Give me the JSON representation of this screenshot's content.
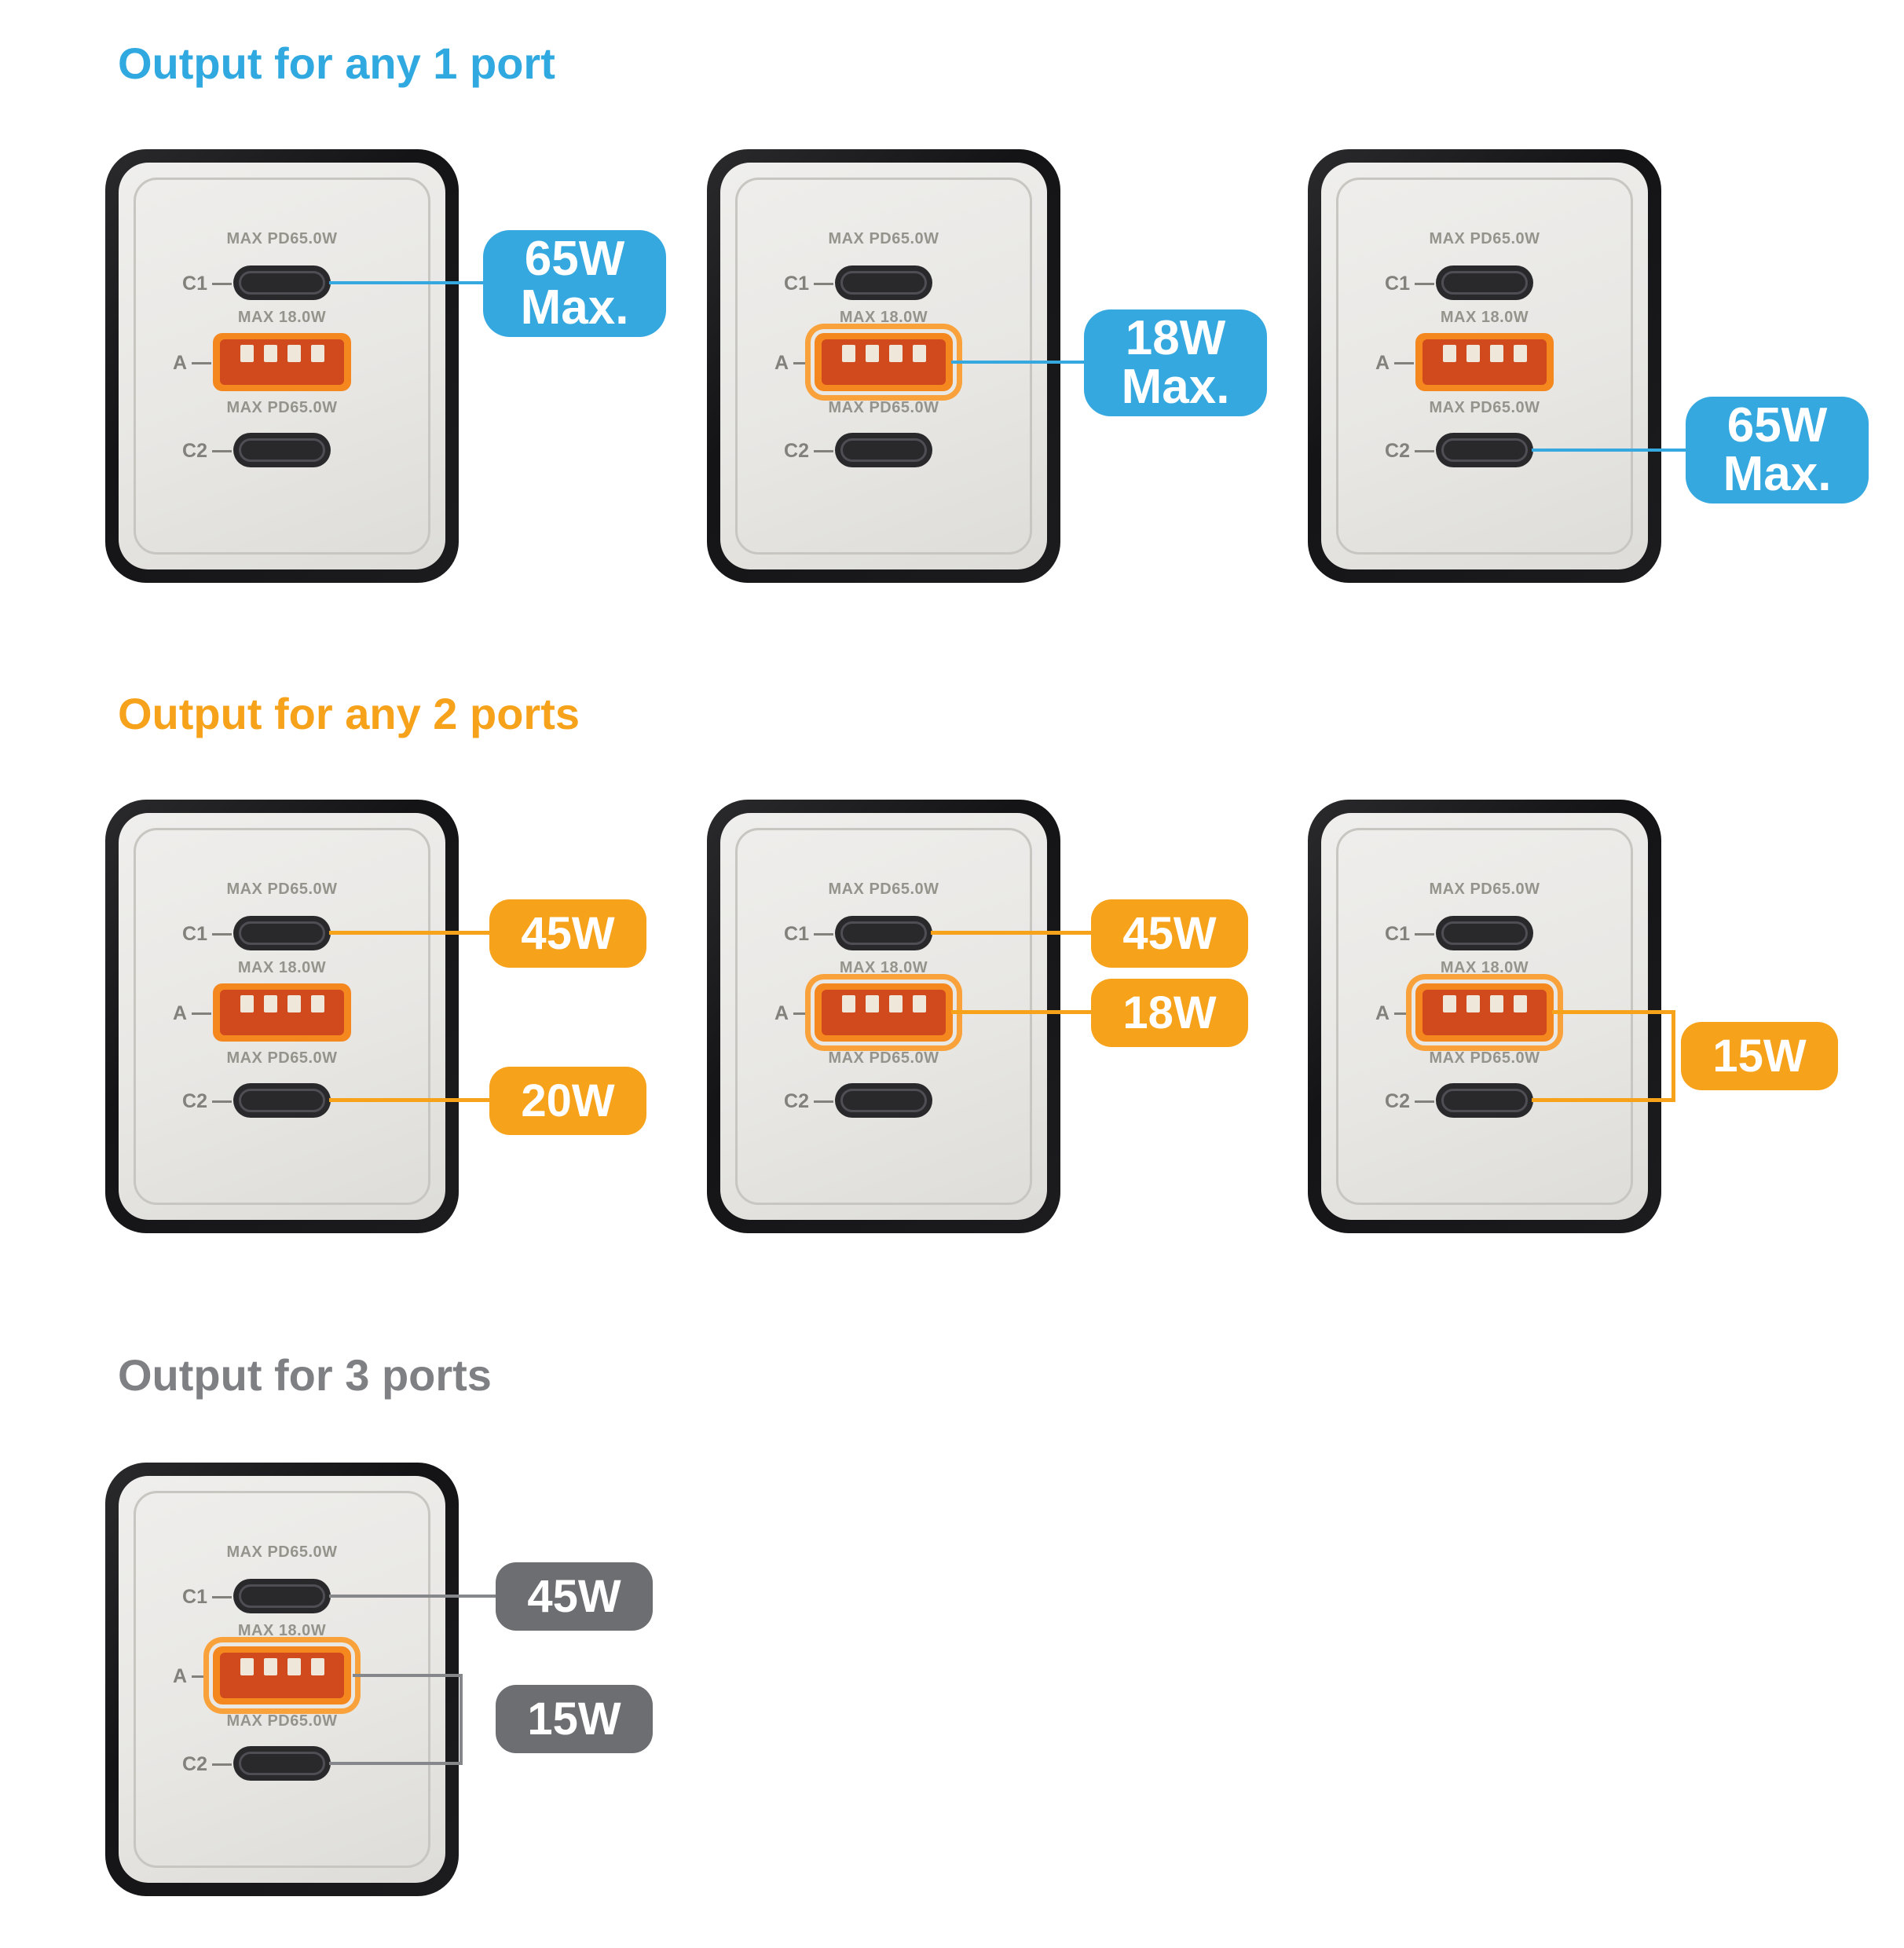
{
  "colors": {
    "blue_accent": "#35A8DF",
    "orange_accent": "#F7A21B",
    "gray_heading": "#7E8083",
    "gray_callout": "#6D6E71",
    "usb_a_bezel": "#F5871F",
    "usb_a_inner": "#D04A1E",
    "charger_body": "#17171A",
    "charger_face": "#E9E8E5"
  },
  "charger_labels": {
    "c1_port": "C1",
    "a_port": "A",
    "c2_port": "C2",
    "c1_max": "MAX PD65.0W",
    "a_max": "MAX 18.0W",
    "c2_max": "MAX PD65.0W"
  },
  "sections": [
    {
      "heading": "Output for any 1 port",
      "callouts": [
        {
          "port": "C1",
          "line1": "65W",
          "line2": "Max."
        },
        {
          "port": "A",
          "line1": "18W",
          "line2": "Max."
        },
        {
          "port": "C2",
          "line1": "65W",
          "line2": "Max."
        }
      ]
    },
    {
      "heading": "Output for any 2 ports",
      "callouts": [
        {
          "port": "C1",
          "label": "45W"
        },
        {
          "port": "C2",
          "label": "20W"
        },
        {
          "port": "C1",
          "label": "45W"
        },
        {
          "port": "A",
          "label": "18W"
        },
        {
          "port": "A+C2",
          "label": "15W"
        }
      ]
    },
    {
      "heading": "Output for 3 ports",
      "callouts": [
        {
          "port": "C1",
          "label": "45W"
        },
        {
          "port": "A+C2",
          "label": "15W"
        }
      ]
    }
  ]
}
